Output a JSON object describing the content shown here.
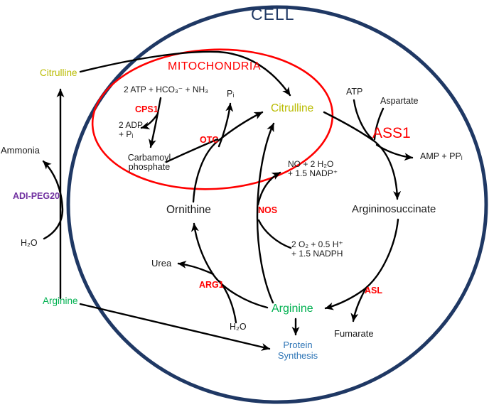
{
  "colors": {
    "cell_outline": "#1f3864",
    "mitochondria_outline": "#ff0000",
    "enzyme_red": "#ff0000",
    "citrulline_yellow": "#b9bb00",
    "arginine_green": "#00b050",
    "adi_peg20_purple": "#7030a0",
    "protein_synthesis_blue": "#2e75b6",
    "arrow_black": "#000000",
    "text_black": "#1a1a1a"
  },
  "labels": {
    "cell": "CELL",
    "mitochondria": "MITOCHONDRIA",
    "citrulline_outer": "Citrulline",
    "ammonia": "Ammonia",
    "adi_peg20": "ADI-PEG20",
    "h2o_left": "H₂O",
    "arginine_outer": "Arginine",
    "cps1_substrates": "2 ATP + HCO₃⁻ + NH₃",
    "cps1": "CPS1",
    "cps1_byproducts": "2 ADP\n+ Pᵢ",
    "carbamoyl_phosphate": "Carbamoyl\nphosphate",
    "otc": "OTC",
    "otc_byproduct_pi": "Pᵢ",
    "ornithine": "Ornithine",
    "urea": "Urea",
    "arg1": "ARG1",
    "arg1_substrate_h2o": "H₂O",
    "nos": "NOS",
    "nos_products": "NO + 2 H₂O\n+ 1.5 NADP⁺",
    "nos_substrates": "2 O₂ + 0.5 H⁺\n+ 1.5 NADPH",
    "citrulline_inner": "Citrulline",
    "atp": "ATP",
    "aspartate": "Aspartate",
    "ass1": "ASS1",
    "amp_ppi": "AMP + PPᵢ",
    "argininosuccinate": "Argininosuccinate",
    "asl": "ASL",
    "arginine_inner": "Arginine",
    "fumarate": "Fumarate",
    "protein_synthesis": "Protein\nSynthesis"
  }
}
